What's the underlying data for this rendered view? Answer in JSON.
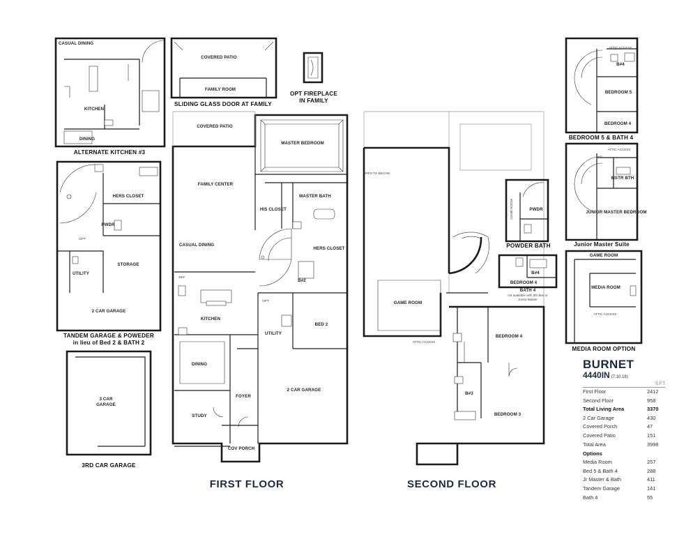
{
  "labels": {
    "alt_kitchen": {
      "casual_dining": "CASUAL DINING",
      "kitchen": "KITCHEN",
      "dining": "DINING",
      "caption": "ALTERNATE KITCHEN #3"
    },
    "sliding_door": {
      "covered_patio": "COVERED PATIO",
      "family_room": "FAMILY ROOM",
      "caption": "SLIDING GLASS DOOR AT FAMILY"
    },
    "fireplace": {
      "caption_line1": "OPT FIREPLACE",
      "caption_line2": "IN FAMILY"
    },
    "tandem": {
      "hers_closet": "HERS CLOSET",
      "pwdr": "PWDR",
      "utility": "UTILITY",
      "storage": "STORAGE",
      "garage": "2 CAR GARAGE",
      "opt": "OPT",
      "caption_line1": "TANDEM GARAGE & POWEDER",
      "caption_line2": "in lieu of Bed 2 & BATH 2"
    },
    "third_garage": {
      "garage": "3 CAR GARAGE",
      "caption": "3RD CAR GARAGE"
    },
    "first_floor": {
      "covered_patio": "COVERED PATIO",
      "master_bedroom": "MASTER BEDROOM",
      "family_center": "FAMILY CENTER",
      "master_bath": "MASTER BATH",
      "his_closet": "HIS CLOSET",
      "hers_closet": "HERS CLOSET",
      "casual_dining": "CASUAL DINING",
      "ref": "REF",
      "b2": "B#2",
      "kitchen": "KITCHEN",
      "opt": "OPT",
      "bed2": "BED 2",
      "utility": "UTILITY",
      "dining": "DINING",
      "foyer": "FOYER",
      "garage": "2 CAR GARAGE",
      "study": "STUDY",
      "cov_porch": "COV PORCH",
      "title": "FIRST FLOOR"
    },
    "second_floor": {
      "open_to_below": "OPEN TO BELOW",
      "game_room": "GAME ROOM",
      "attic_access": "ATTIC ACCESS",
      "bedroom4": "BEDROOM 4",
      "b3": "B#3",
      "bedroom3": "BEDROOM 3",
      "title": "SECOND FLOOR"
    },
    "powder_bath": {
      "game_room": "GAME ROOM",
      "pwdr": "PWDR",
      "caption": "POWDER BATH"
    },
    "bath4": {
      "b4": "B#4",
      "bedroom4": "BEDROOM 4",
      "caption_line1": "BATH 4",
      "caption_line2": "not available with 5th Bed or",
      "caption_line3": "Junior Master"
    },
    "bed5": {
      "attic_access": "ATTIC ACCESS",
      "b4": "B#4",
      "bedroom5": "BEDROOM 5",
      "bedroom4": "BEDROOM 4",
      "caption": "BEDROOM 5 & BATH 4"
    },
    "jr_master": {
      "attic_access": "ATTIC ACCESS",
      "mstr_bth": "MSTR BTH",
      "junior_master_bedroom": "JUNIOR MASTER BEDROOM",
      "caption": "Junior Master Suite"
    },
    "media": {
      "game_room": "GAME ROOM",
      "media_room": "MEDIA ROOM",
      "attic_access": "ATTIC ACCESS",
      "caption": "MEDIA ROOM OPTION"
    }
  },
  "info": {
    "plan_name": "BURNET",
    "plan_code": "4440IN",
    "plan_date": "(7.10.18)",
    "sqft_header": "S.F.T",
    "rows": [
      {
        "label": "First Floor",
        "value": "2412",
        "bold": false
      },
      {
        "label": "Second Floor",
        "value": "958",
        "bold": false
      },
      {
        "label": "Total Living Area",
        "value": "3370",
        "bold": true
      },
      {
        "label": "2 Car Garage",
        "value": "430",
        "bold": false
      },
      {
        "label": "Covered Porch",
        "value": "47",
        "bold": false
      },
      {
        "label": "Covered Patio",
        "value": "151",
        "bold": false
      },
      {
        "label": "Total Area",
        "value": "3998",
        "bold": false
      }
    ],
    "options_header": "Options",
    "options": [
      {
        "label": "Media Room",
        "value": "257"
      },
      {
        "label": "Bed 5 & Bath 4",
        "value": "288"
      },
      {
        "label": "Jr Master & Bath",
        "value": "411"
      },
      {
        "label": "Tandem Garage",
        "value": "141"
      },
      {
        "label": "Bath 4",
        "value": "55"
      }
    ]
  }
}
